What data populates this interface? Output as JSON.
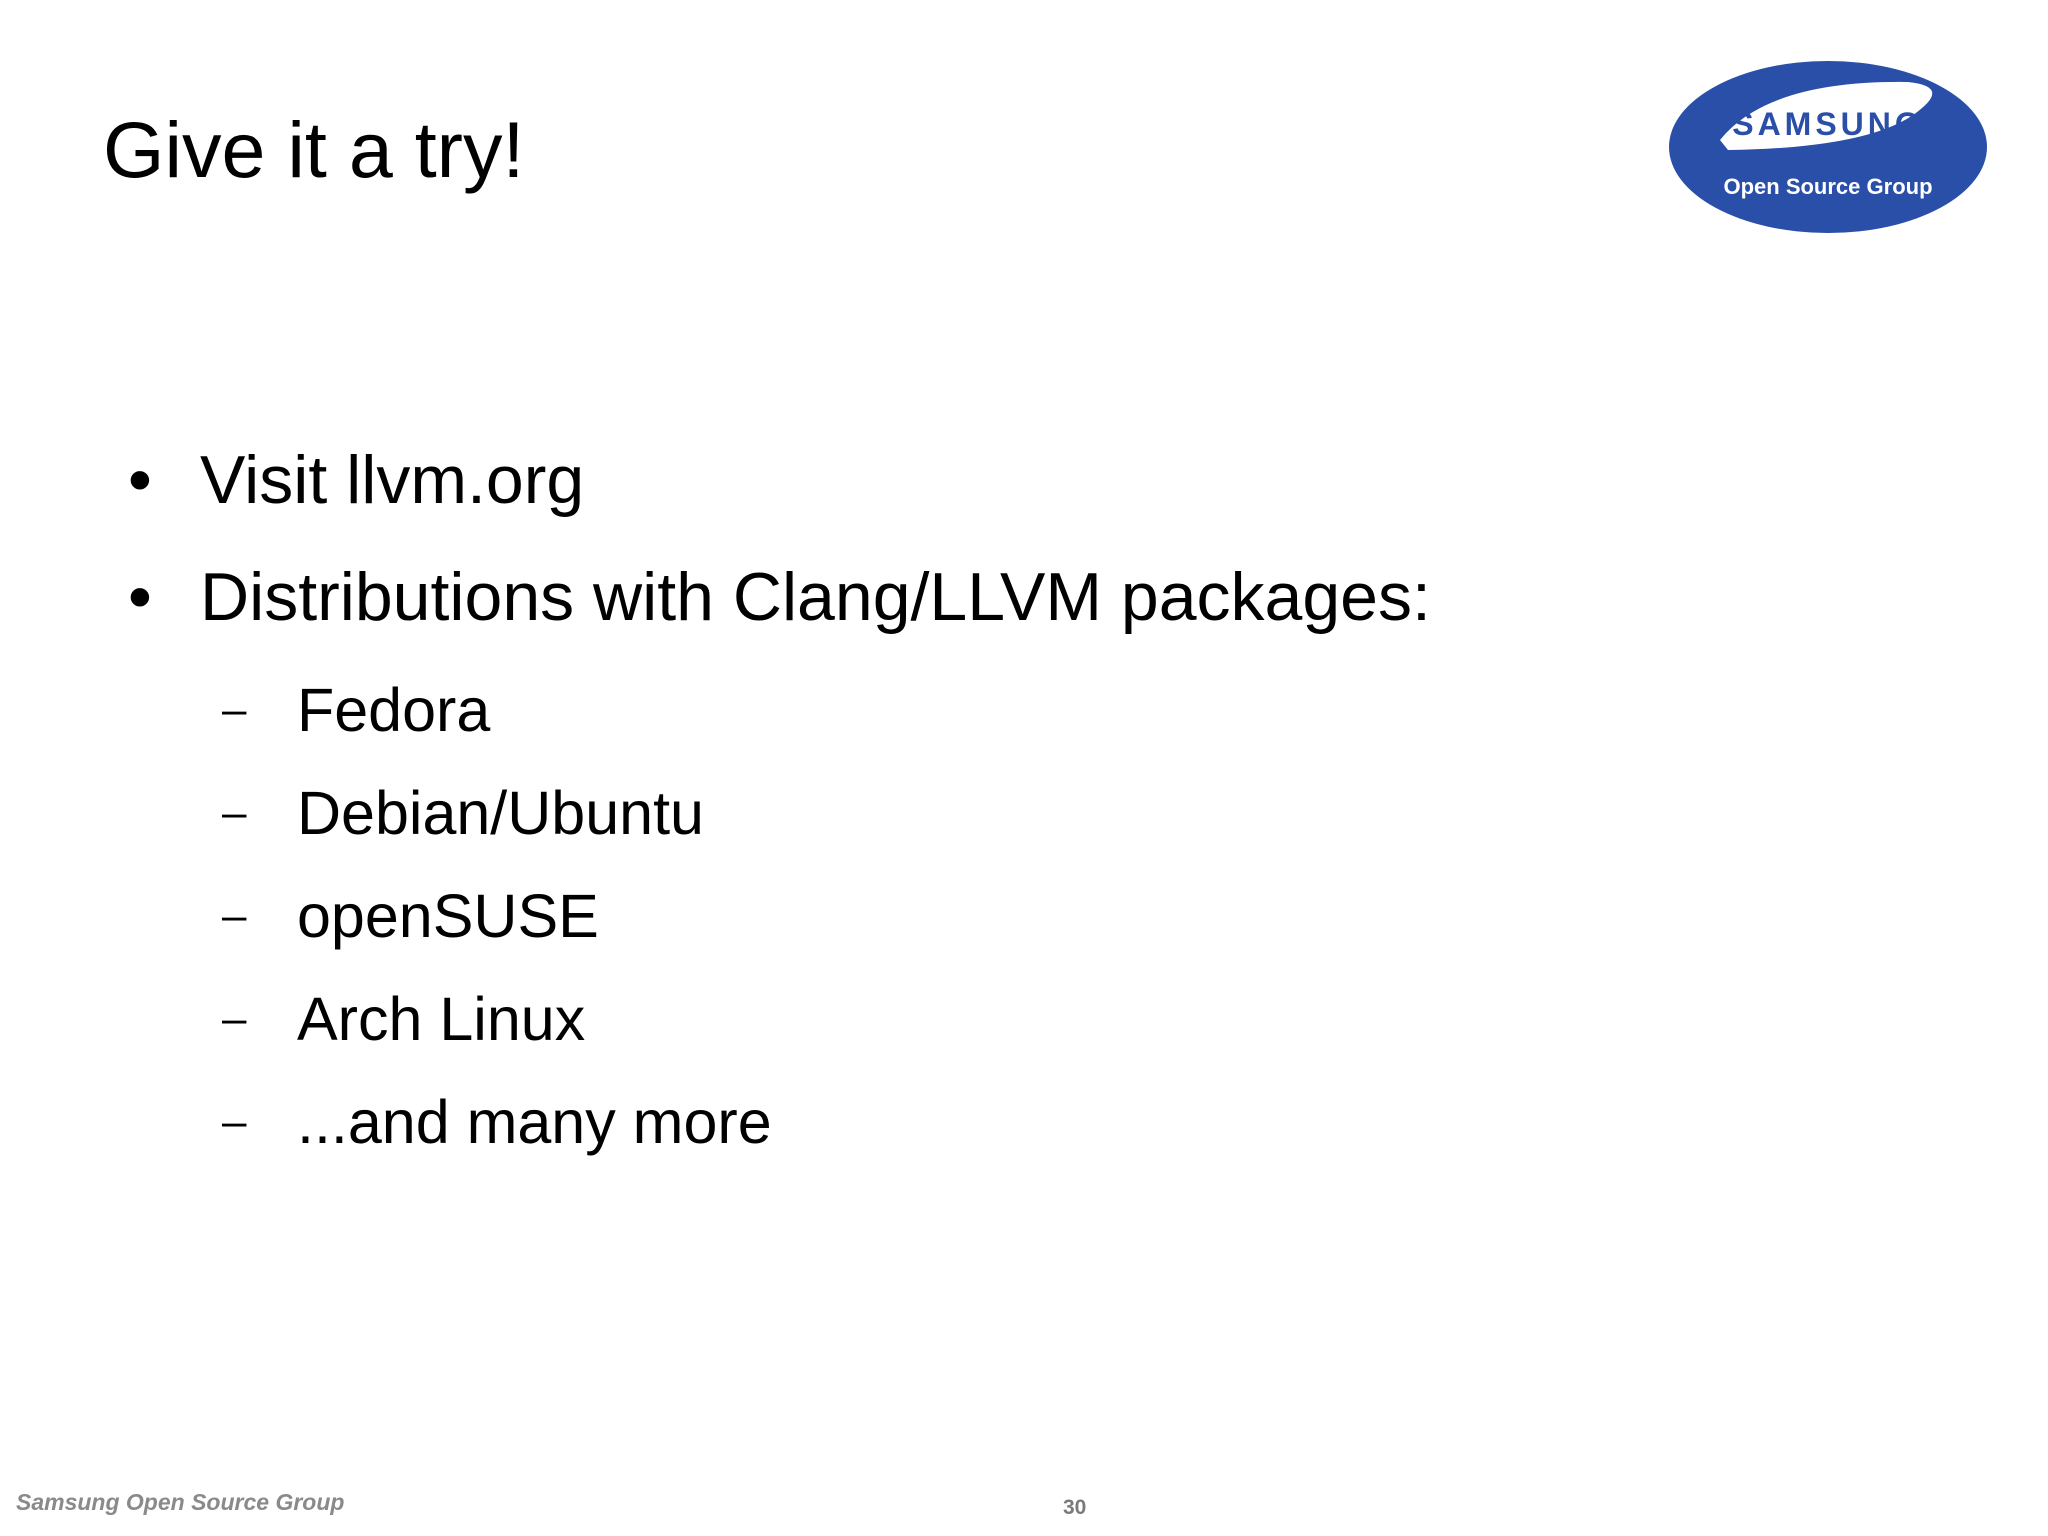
{
  "slide": {
    "title": "Give it a try!",
    "bullets": [
      {
        "text": "Visit llvm.org"
      },
      {
        "text": "Distributions with Clang/LLVM packages:"
      }
    ],
    "sub_bullets": [
      {
        "text": "Fedora"
      },
      {
        "text": "Debian/Ubuntu"
      },
      {
        "text": "openSUSE"
      },
      {
        "text": "Arch Linux"
      },
      {
        "text": "...and many more"
      }
    ],
    "bullet_marker": "•",
    "sub_bullet_marker": "–"
  },
  "logo": {
    "brand": "SAMSUNG",
    "subtitle": "Open Source Group",
    "color": "#2a4fa8"
  },
  "footer": {
    "organization": "Samsung Open Source Group",
    "page_number": "30"
  }
}
